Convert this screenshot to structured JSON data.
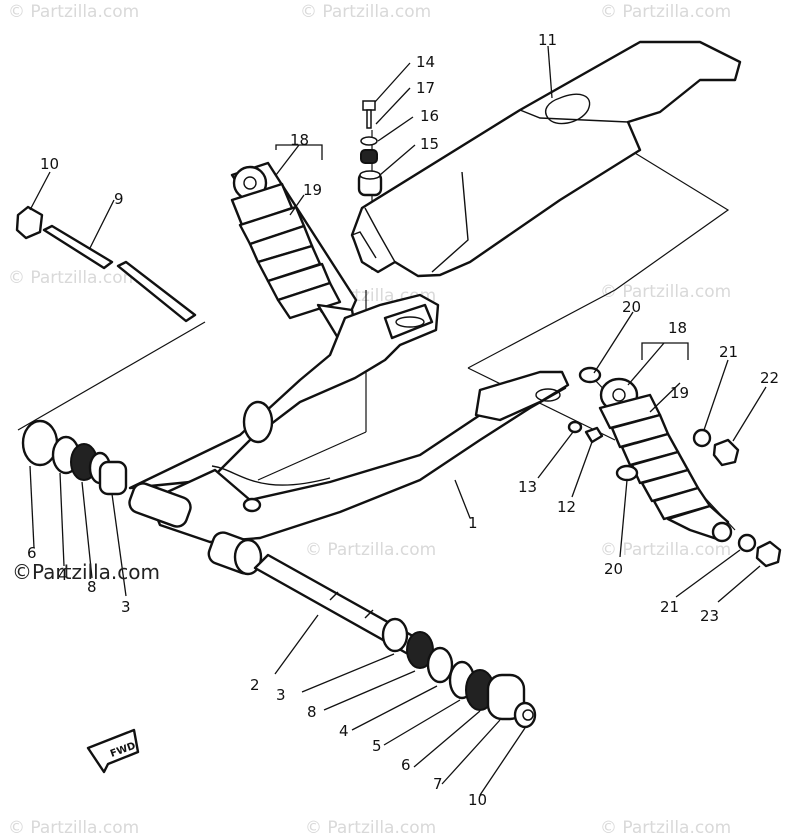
{
  "watermark": "© Partzilla.com",
  "brand_text": "©Partzilla.com",
  "fwd_label": "FWD",
  "callouts": {
    "swingarm": "1",
    "pivot_shaft": "2",
    "bushing_l": "3",
    "bushing_r": "3",
    "oil_seal_l": "4",
    "oil_seal_r": "4",
    "thrust_cover_r": "5",
    "washer_l": "6",
    "washer_r": "6",
    "cap": "7",
    "collar_l": "8",
    "collar_r": "8",
    "bolt_9": "9",
    "nut_10_top": "10",
    "nut_10_bottom": "10",
    "chain_case": "11",
    "bolt_12": "12",
    "washer_13": "13",
    "bolt_14": "14",
    "damper_15": "15",
    "collar_16": "16",
    "washer_17": "17",
    "shock_left_18": "18",
    "shock_right_18": "18",
    "spring_left_19": "19",
    "spring_right_19": "19",
    "washer_20_top": "20",
    "washer_20_bottom": "20",
    "washer_21_top": "21",
    "washer_21_bottom": "21",
    "nut_22": "22",
    "nut_23": "23"
  }
}
